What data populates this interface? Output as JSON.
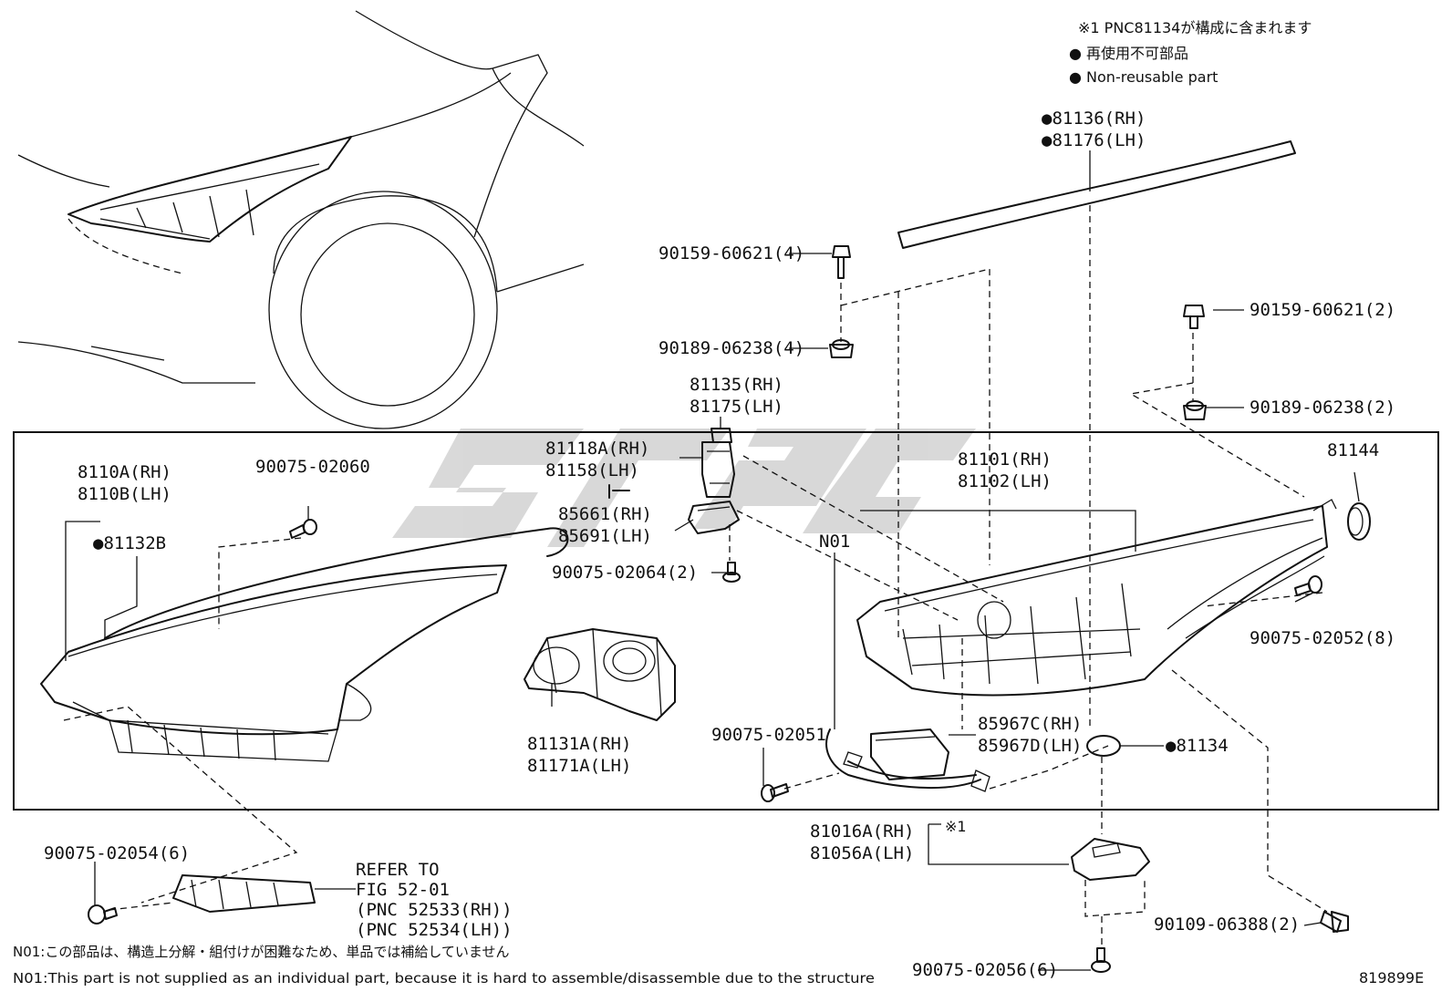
{
  "notes": {
    "star1_jp": "※1 PNC81134が構成に含まれます",
    "nonreusable_jp": "● 再使用不可部品",
    "nonreusable_en": "● Non-reusable part",
    "n01_jp": "N01:この部品は、構造上分解・組付けが困難なため、単品では補給していません",
    "n01_en": "N01:This part is not supplied as an individual part, because it is hard to assemble/disassemble due to the structure"
  },
  "figure_code": "819899E",
  "watermark": "ᔓᔕ٩ɞ",
  "labels": {
    "p81136": "●81136(RH)",
    "p81176": "●81176(LH)",
    "p90159a": "90159-60621(4)",
    "p90189a": "90189-06238(4)",
    "p90159b": "90159-60621(2)",
    "p90189b": "90189-06238(2)",
    "p81135": "81135(RH)",
    "p81175": "81175(LH)",
    "p81118": "81118A(RH)",
    "p81158": "81158(LH)",
    "p85661": "85661(RH)",
    "p85691": "85691(LH)",
    "p90075_02064": "90075-02064(2)",
    "p8110A": "8110A(RH)",
    "p8110B": "8110B(LH)",
    "p81132B": "●81132B",
    "p90075_02060": "90075-02060",
    "p81101": "81101(RH)",
    "p81102": "81102(LH)",
    "pN01": "N01",
    "p81144": "81144",
    "p90075_02052": "90075-02052(8)",
    "p81131A": "81131A(RH)",
    "p81171A": "81171A(LH)",
    "p90075_02051": "90075-02051",
    "p85967C": "85967C(RH)",
    "p85967D": "85967D(LH)",
    "p81134": "●81134",
    "p90075_02054": "90075-02054(6)",
    "refer1": "REFER TO",
    "refer2": "FIG 52-01",
    "refer3": "(PNC 52533(RH))",
    "refer4": "(PNC 52534(LH))",
    "star1": "※1",
    "p81016A": "81016A(RH)",
    "p81056A": "81056A(LH)",
    "p90109": "90109-06388(2)",
    "p90075_02056": "90075-02056(6)"
  }
}
